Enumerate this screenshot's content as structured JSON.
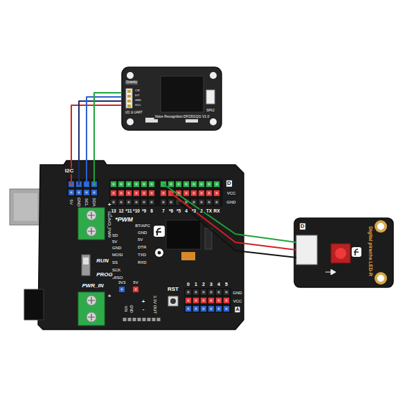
{
  "diagram": {
    "nodes": [
      {
        "text": [
          "Voice Recognition DF2301QG V1.0",
          "Gravity"
        ]
      },
      {
        "text": [
          "RST"
        ]
      },
      {
        "text": [
          "Digital piranha LED-R",
          "D"
        ]
      }
    ],
    "edges": [
      {
        "from": 0,
        "to": 1,
        "arrow": "none"
      },
      {
        "from": 0,
        "to": 1,
        "arrow": "none"
      },
      {
        "from": 0,
        "to": 1,
        "arrow": "none"
      },
      {
        "from": 0,
        "to": 1,
        "arrow": "none"
      },
      {
        "from": 2,
        "to": 1,
        "arrow": "none"
      },
      {
        "from": 2,
        "to": 1,
        "arrow": "none"
      },
      {
        "from": 2,
        "to": 1,
        "arrow": "none"
      }
    ],
    "labels": [
      "I2C",
      "5V",
      "GND",
      "SCL",
      "SDA",
      "D",
      "VCC",
      "GND",
      "13",
      "12",
      "*11",
      "*10",
      "*9",
      "8",
      "7",
      "*6",
      "*5",
      "4",
      "*3",
      "2",
      "TX",
      "RX",
      "SERVO_PWR",
      "+",
      "*PWM",
      "L",
      "BT/APC",
      "SD",
      "5V",
      "GND",
      "MOSI",
      "SS",
      "SCK",
      "MISO",
      "GND",
      "5V",
      "DTR",
      "TXD",
      "RXD",
      "RUN",
      "PROG",
      "PWR_IN",
      "+",
      "3V3",
      "5V",
      "VIN",
      "GND",
      "+",
      "-",
      "3.3V OUT",
      "0",
      "1",
      "2",
      "3",
      "4",
      "5",
      "GND",
      "VCC",
      "A",
      "C/R",
      "D/T",
      "GND",
      "VCC",
      "I2C & UART",
      "SPK2"
    ]
  }
}
